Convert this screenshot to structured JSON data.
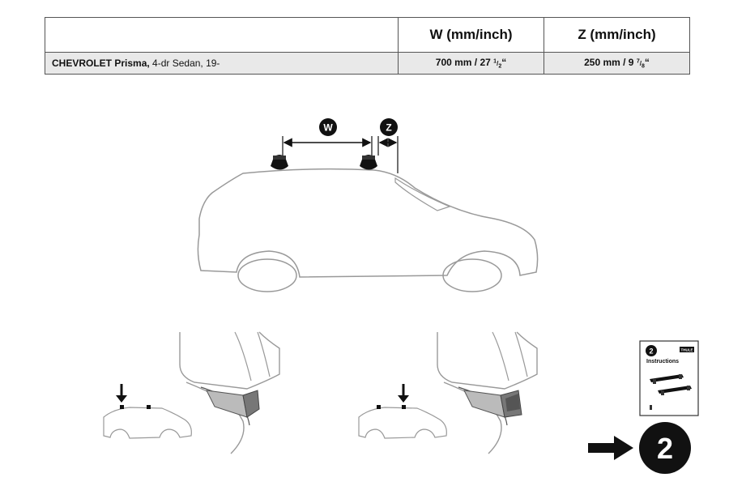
{
  "table": {
    "headers": [
      "",
      "W (mm/inch)",
      "Z (mm/inch)"
    ],
    "row": {
      "make_model": "CHEVROLET Prisma,",
      "body_type": " 4-dr Sedan, 19-",
      "w_mm": "700 mm / 27 ",
      "w_frac_num": "1",
      "w_frac_den": "2",
      "z_mm": "250 mm / 9 ",
      "z_frac_num": "7",
      "z_frac_den": "8",
      "quote": "“"
    }
  },
  "diagram": {
    "w_label": "W",
    "z_label": "Z"
  },
  "booklet": {
    "step_number": "2",
    "title": "Instructions",
    "brand": "THULE"
  },
  "next_step": {
    "number": "2"
  }
}
